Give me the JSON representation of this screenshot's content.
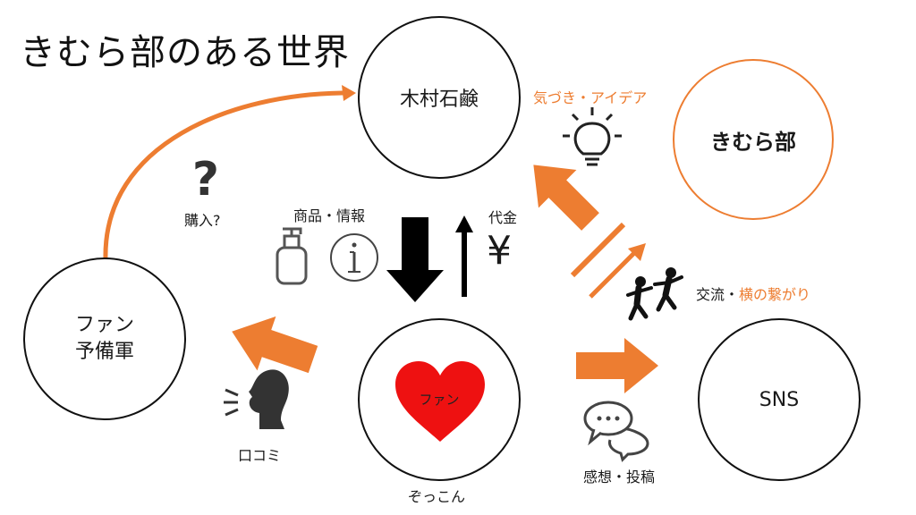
{
  "title": "きむら部のある世界",
  "nodes": {
    "kimura_soap": "木村石鹸",
    "kimura_club": "きむら部",
    "fan_reserve_line1": "ファン",
    "fan_reserve_line2": "予備軍",
    "zokkon": "ぞっこん",
    "heart_label": "ファン",
    "sns": "SNS"
  },
  "labels": {
    "purchase": "購入?",
    "product_info": "商品・情報",
    "payment": "代金",
    "yen_symbol": "¥",
    "awareness": "気づき・アイデア",
    "exchange_prefix": "交流・",
    "exchange_highlight": "横の繋がり",
    "word_of_mouth": "口コミ",
    "feedback": "感想・投稿",
    "question_mark": "?",
    "info_symbol": "i"
  },
  "colors": {
    "accent": "#ED7D31",
    "heart": "#EE1111",
    "ink": "#111111",
    "icon_gray": "#555555"
  }
}
